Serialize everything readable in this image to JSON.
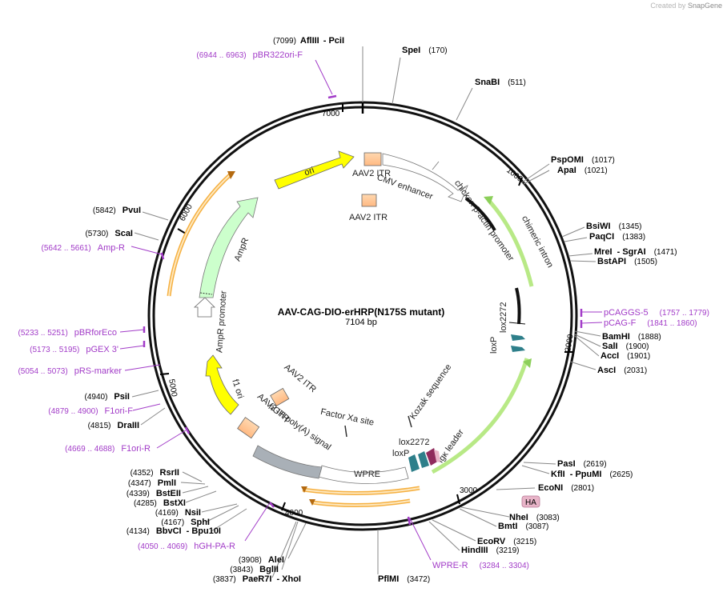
{
  "credit": {
    "prefix": "Created by",
    "brand": "SnapGene"
  },
  "map": {
    "title": "AAV-CAG-DIO-erHRP(N175S mutant)",
    "length": "7104 bp"
  },
  "ticks": [
    "1000",
    "2000",
    "3000",
    "4000",
    "5000",
    "6000",
    "7000"
  ],
  "sites": [
    {
      "pos": "(7099)",
      "name": "AflIII",
      "extra": "- PciI"
    },
    {
      "pos": "(170)",
      "name": "SpeI"
    },
    {
      "pos": "(511)",
      "name": "SnaBI"
    },
    {
      "pos": "(1017)",
      "name": "PspOMI"
    },
    {
      "pos": "(1021)",
      "name": "ApaI"
    },
    {
      "pos": "(1345)",
      "name": "BsiWI"
    },
    {
      "pos": "(1383)",
      "name": "PaqCI"
    },
    {
      "pos": "(1471)",
      "name": "MreI",
      "extra": "- SgrAI"
    },
    {
      "pos": "(1505)",
      "name": "BstAPI"
    },
    {
      "pos": "(1888)",
      "name": "BamHI"
    },
    {
      "pos": "(1900)",
      "name": "SalI"
    },
    {
      "pos": "(1901)",
      "name": "AccI"
    },
    {
      "pos": "(2031)",
      "name": "AscI"
    },
    {
      "pos": "(2619)",
      "name": "PasI"
    },
    {
      "pos": "(2625)",
      "name": "KflI",
      "extra": "- PpuMI"
    },
    {
      "pos": "(2801)",
      "name": "EcoNI"
    },
    {
      "pos": "(3083)",
      "name": "NheI"
    },
    {
      "pos": "(3087)",
      "name": "BmtI"
    },
    {
      "pos": "(3215)",
      "name": "EcoRV"
    },
    {
      "pos": "(3219)",
      "name": "HindIII"
    },
    {
      "pos": "(3472)",
      "name": "PflMI"
    },
    {
      "pos": "(3908)",
      "name": "AleI"
    },
    {
      "pos": "(3843)",
      "name": "BglII"
    },
    {
      "pos": "(3837)",
      "name": "PaeR7I",
      "extra": "- XhoI"
    },
    {
      "pos": "(4352)",
      "name": "RsrII"
    },
    {
      "pos": "(4347)",
      "name": "PmlI"
    },
    {
      "pos": "(4339)",
      "name": "BstEII"
    },
    {
      "pos": "(4285)",
      "name": "BstXI"
    },
    {
      "pos": "(4169)",
      "name": "NsiI"
    },
    {
      "pos": "(4167)",
      "name": "SphI"
    },
    {
      "pos": "(4134)",
      "name": "BbvCI",
      "extra": "- Bpu10I"
    },
    {
      "pos": "(4940)",
      "name": "PsiI"
    },
    {
      "pos": "(4815)",
      "name": "DraIII"
    },
    {
      "pos": "(5842)",
      "name": "PvuI"
    },
    {
      "pos": "(5730)",
      "name": "ScaI"
    }
  ],
  "primers": [
    {
      "name": "pBR322ori-F",
      "range": "(6944 .. 6963)"
    },
    {
      "name": "pCAGGS-5",
      "range": "(1757 .. 1779)"
    },
    {
      "name": "pCAG-F",
      "range": "(1841 .. 1860)"
    },
    {
      "name": "WPRE-R",
      "range": "(3284 .. 3304)"
    },
    {
      "name": "hGH-PA-R",
      "range": "(4050 .. 4069)"
    },
    {
      "name": "F1ori-R",
      "range": "(4669 .. 4688)"
    },
    {
      "name": "F1ori-F",
      "range": "(4879 .. 4900)"
    },
    {
      "name": "pRS-marker",
      "range": "(5054 .. 5073)"
    },
    {
      "name": "pGEX 3'",
      "range": "(5173 .. 5195)"
    },
    {
      "name": "pBRforEco",
      "range": "(5233 .. 5251)"
    },
    {
      "name": "Amp-R",
      "range": "(5642 .. 5661)"
    }
  ],
  "features": {
    "aav2_itr_top": "AAV2 ITR",
    "aav2_itr_top2": "AAV2 ITR",
    "cmv_enhancer": "CMV enhancer",
    "cba_promoter": "chicken β-actin promoter",
    "chimeric_intron": "chimeric intron",
    "lox2272_right": "lox2272",
    "loxp_right": "loxP",
    "kozak": "Kozak sequence",
    "igk_leader": "Igκ leader",
    "lox2272_bottom": "lox2272",
    "loxp_bottom": "loxP",
    "wpre": "WPRE",
    "hgh_polya": "hGH poly(A) signal",
    "factor_xa": "Factor Xa site",
    "aav2_itr_bottom": "AAV2 ITR",
    "aav2_itr_bottom2": "AAV2 ITR",
    "f1_ori": "f1 ori",
    "ampr_promoter": "AmpR promoter",
    "ampr": "AmpR",
    "ori": "ori",
    "ha": "HA"
  },
  "colors": {
    "backbone": "#111111",
    "primer": "#a23cc8",
    "itr": "#ffcc99",
    "ori": "#ffff00",
    "ampr": "#ccffcc",
    "intron": "#b8e986",
    "orange_feature": "#f6b040",
    "wpre": "#ffffff",
    "hgh": "#a9b0b7",
    "loxp": "#2e7f8a",
    "igk": "#8f2a5c",
    "ha_tag": "#e8b4c8"
  }
}
